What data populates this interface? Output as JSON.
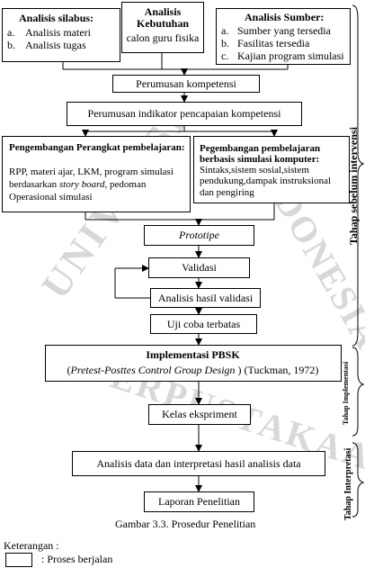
{
  "watermark": {
    "left": "UNIVERSI",
    "right": "INDONESIA",
    "bottom": "PERPUSTAKAAN"
  },
  "top": {
    "silabus": {
      "title": "Analisis silabus:",
      "items": [
        {
          "n": "a.",
          "t": "Analisis materi"
        },
        {
          "n": "b.",
          "t": "Analisis tugas"
        }
      ]
    },
    "kebutuhan": {
      "title1": "Analisis",
      "title2": "Kebutuhan",
      "sub": "calon guru fisika"
    },
    "sumber": {
      "title": "Analisis Sumber:",
      "items": [
        {
          "n": "a.",
          "t": "Sumber yang tersedia"
        },
        {
          "n": "b.",
          "t": "Fasilitas tersedia"
        },
        {
          "n": "c.",
          "t": "Kajian program simulasi"
        }
      ]
    }
  },
  "steps": {
    "perumusan": "Perumusan kompetensi",
    "indikator": "Perumusan indikator pencapaian kompetensi",
    "pengembangan": {
      "title": "Pengembangan Perangkat pembelajaran:",
      "line1": "RPP, materi ajar, LKM, program simulasi",
      "line2a": "berdasarkan ",
      "line2b": "story  board",
      "line2c": ", pedoman",
      "line3": "Operasional simulasi"
    },
    "komputer": {
      "title1": "Pegembangan pembelajaran",
      "title2": "berbasis simulasi komputer:",
      "line1": "Sintaks,sistem sosial,sistem",
      "line2": "pendukung,dampak instruksional",
      "line3": "dan pengiring"
    },
    "prototipe": "Prototipe",
    "validasi": "Validasi",
    "analisis_validasi": "Analisis hasil validasi",
    "uji": "Uji coba terbatas",
    "implementasi": {
      "title": "Implementasi PBSK",
      "line_a": "(",
      "line_b": "Pretest-Posttes Control Group Design",
      "line_c": " ) (Tuckman, 1972)"
    },
    "kelas": "Kelas ekspriment",
    "analisis_data": "Analisis data dan interpretasi hasil analisis data",
    "laporan": "Laporan Penelitian"
  },
  "phases": {
    "sebelum": "Tahap  sebelum intervensi",
    "implementasi": "Tahap  Implementasi",
    "interpretasi": "Tahap  Interpretasi"
  },
  "caption": "Gambar 3.3. Prosedur Penelitian",
  "legend": {
    "title": "Keterangan :",
    "item": ": Proses berjalan"
  }
}
